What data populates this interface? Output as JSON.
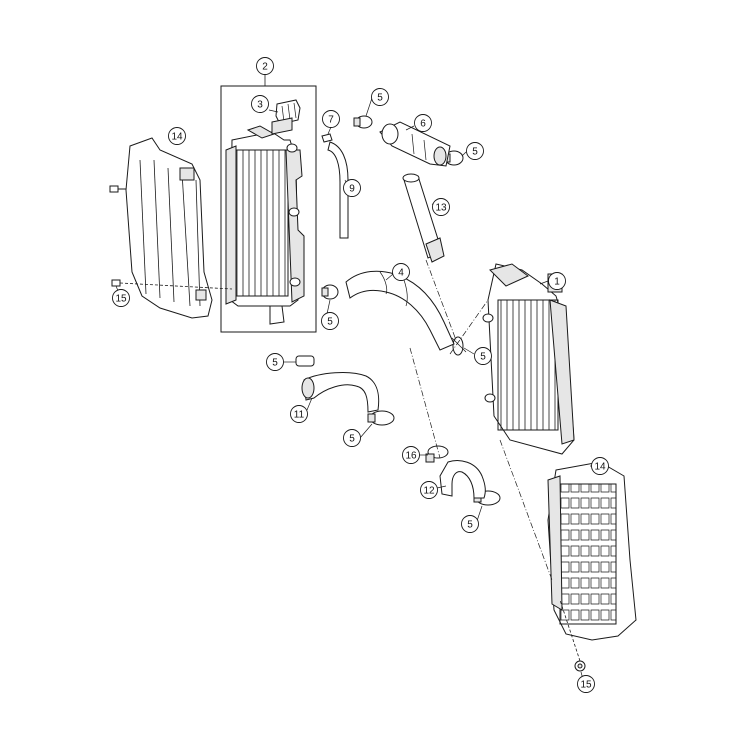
{
  "colors": {
    "line": "#1a1a1a",
    "part_fill": "#ffffff",
    "part_shade": "#e6e6e6",
    "background": "#ffffff"
  },
  "callouts": {
    "c1": "1",
    "c2": "2",
    "c3": "3",
    "c4": "4",
    "c5a": "5",
    "c5b": "5",
    "c5c": "5",
    "c5d": "5",
    "c5e": "5",
    "c5f": "5",
    "c5g": "5",
    "c6": "6",
    "c7": "7",
    "c9": "9",
    "c11": "11",
    "c12": "12",
    "c13": "13",
    "c14a": "14",
    "c14b": "14",
    "c15a": "15",
    "c15b": "15",
    "c16": "16"
  }
}
